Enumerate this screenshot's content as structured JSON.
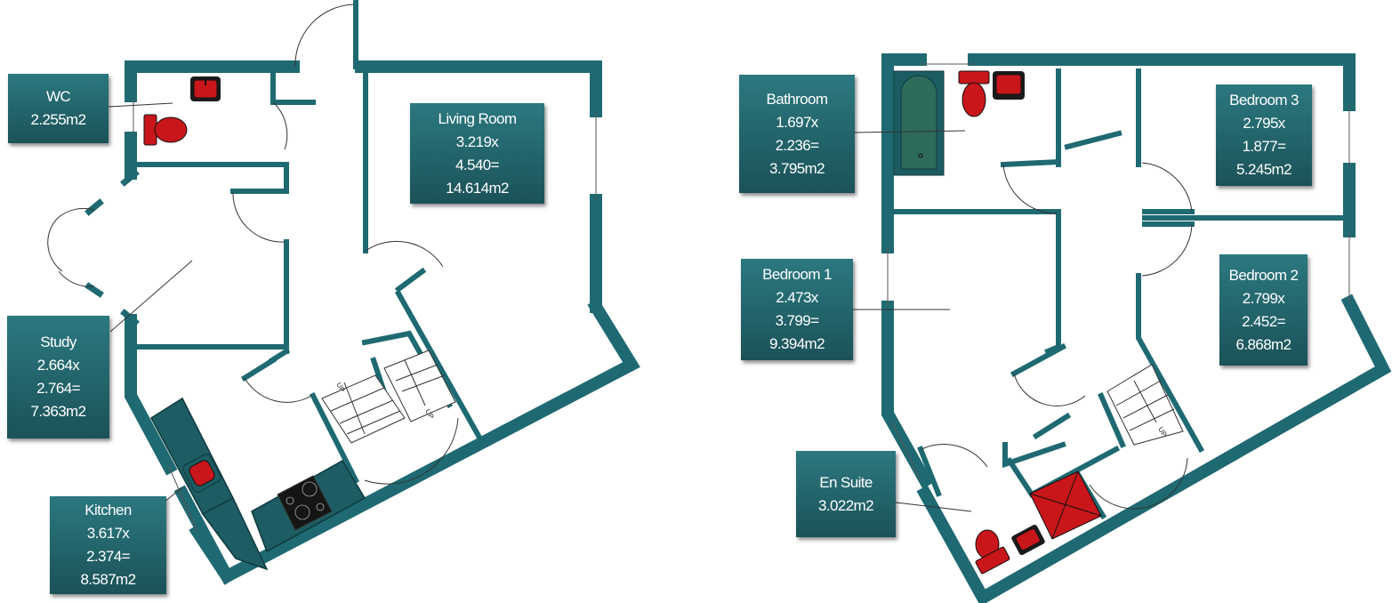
{
  "colors": {
    "wall": "#1f6a72",
    "label_bg_top": "#2c7880",
    "label_bg_bottom": "#1b5258",
    "fixture_red": "#c8161a",
    "bath_green": "#2e6b5a",
    "hob_black": "#151515"
  },
  "ground_floor": {
    "rooms": [
      {
        "name": "WC",
        "lines": [
          "WC",
          "2.255m2"
        ]
      },
      {
        "name": "Living Room",
        "lines": [
          "Living Room",
          "3.219x",
          "4.540=",
          "14.614m2"
        ]
      },
      {
        "name": "Study",
        "lines": [
          "Study",
          "2.664x",
          "2.764=",
          "7.363m2"
        ]
      },
      {
        "name": "Kitchen",
        "lines": [
          "Kitchen",
          "3.617x",
          "2.374=",
          "8.587m2"
        ]
      }
    ],
    "stairs": {
      "label_1": "UP",
      "label_2": "UP"
    }
  },
  "first_floor": {
    "rooms": [
      {
        "name": "Bathroom",
        "lines": [
          "Bathroom",
          "1.697x",
          "2.236=",
          "3.795m2"
        ]
      },
      {
        "name": "Bedroom 3",
        "lines": [
          "Bedroom 3",
          "2.795x",
          "1.877=",
          "5.245m2"
        ]
      },
      {
        "name": "Bedroom 1",
        "lines": [
          "Bedroom 1",
          "2.473x",
          "3.799=",
          "9.394m2"
        ]
      },
      {
        "name": "Bedroom 2",
        "lines": [
          "Bedroom 2",
          "2.799x",
          "2.452=",
          "6.868m2"
        ]
      },
      {
        "name": "En Suite",
        "lines": [
          "En Suite",
          "3.022m2"
        ]
      }
    ],
    "stairs": {
      "label_1": "UP"
    }
  }
}
